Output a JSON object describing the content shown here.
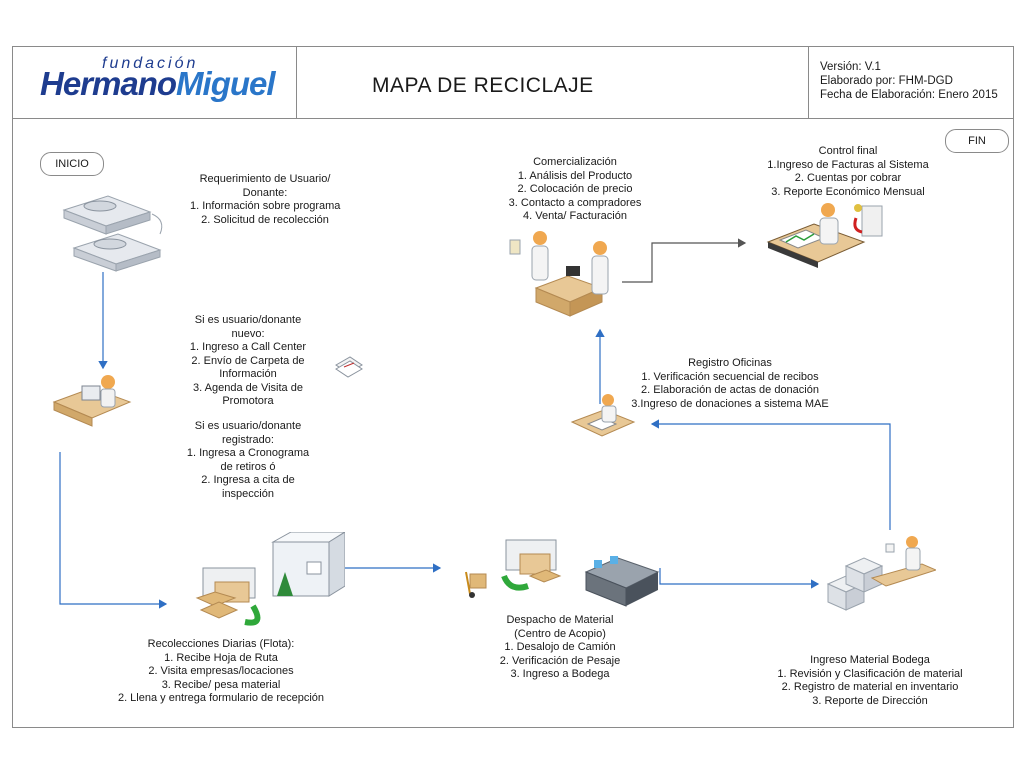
{
  "header": {
    "logo_top": "fundación",
    "logo_main_a": "Hermano",
    "logo_main_b": "Miguel",
    "title": "MAPA DE RECICLAJE",
    "meta": {
      "version": "Versión:  V.1",
      "author": "Elaborado por: FHM-DGD",
      "date": "Fecha de Elaboración:  Enero 2015"
    }
  },
  "pills": {
    "start": "INICIO",
    "end": "FIN"
  },
  "blocks": {
    "requerimiento": {
      "lines": [
        "Requerimiento de Usuario/",
        "Donante:",
        "1. Información sobre programa",
        "2. Solicitud de recolección"
      ]
    },
    "nuevo": {
      "lines": [
        "Si es usuario/donante",
        "nuevo:",
        "1. Ingreso a Call Center",
        "2. Envío de  Carpeta de",
        "Información",
        "3. Agenda de Visita de",
        "Promotora"
      ]
    },
    "registrado": {
      "lines": [
        "Si es usuario/donante",
        "registrado:",
        "1. Ingresa a Cronograma",
        "de retiros ó",
        "2. Ingresa a cita de",
        "inspección"
      ]
    },
    "comercializacion": {
      "lines": [
        "Comercialización",
        "1. Análisis del Producto",
        "2. Colocación de precio",
        "3. Contacto a compradores",
        "4. Venta/ Facturación"
      ]
    },
    "control": {
      "lines": [
        "Control final",
        "1.Ingreso de Facturas al Sistema",
        "2. Cuentas por cobrar",
        "3. Reporte Económico Mensual"
      ]
    },
    "registro": {
      "lines": [
        "Registro Oficinas",
        "1. Verificación secuencial de recibos",
        "2. Elaboración de actas de donación",
        "3.Ingreso de donaciones a sistema MAE"
      ]
    },
    "recolecciones": {
      "lines": [
        "Recolecciones Diarias (Flota):",
        "1. Recibe Hoja de Ruta",
        "2. Visita empresas/locaciones",
        "3. Recibe/ pesa material",
        "2. Llena y entrega formulario de recepción"
      ]
    },
    "despacho": {
      "lines": [
        "Despacho de Material",
        "(Centro de Acopio)",
        "1. Desalojo de Camión",
        "2. Verificación de Pesaje",
        "3. Ingreso a Bodega"
      ]
    },
    "bodega": {
      "lines": [
        "Ingreso Material Bodega",
        "1. Revisión y Clasificación de material",
        "2. Registro de material en inventario",
        "3. Reporte de Dirección"
      ]
    }
  },
  "icons": [
    "phones-icon",
    "operator-desk-icon",
    "documents-icon",
    "sales-people-icon",
    "accounting-desk-icon",
    "office-clerk-icon",
    "truck-building-icon",
    "hand-truck-icon",
    "warehouse-truck-icon",
    "boxes-worker-icon"
  ],
  "colors": {
    "arrow_blue": "#2f6fc4",
    "arrow_gray": "#555555",
    "logo_dark": "#1e3c8f",
    "logo_light": "#2a76c9"
  }
}
